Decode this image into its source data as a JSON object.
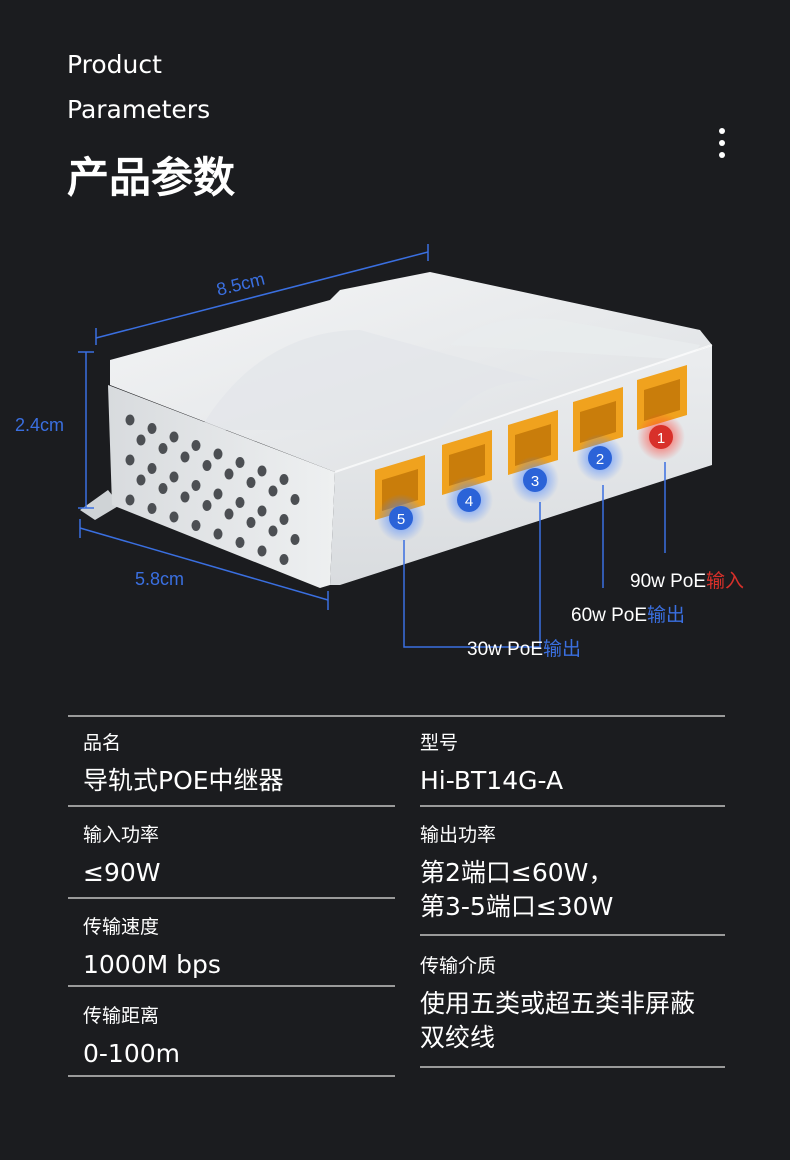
{
  "header": {
    "title_en_line1": "Product",
    "title_en_line2": "Parameters",
    "title_zh": "产品参数"
  },
  "colors": {
    "background": "#1b1c1f",
    "dimension_blue": "#3a6fe0",
    "input_red": "#d8302a",
    "output_blue": "#3a6fe0",
    "port_orange": "#f0a21e"
  },
  "icons": {
    "menu": "more-vertical-icon"
  },
  "diagram": {
    "dim_length": "8.5cm",
    "dim_height": "2.4cm",
    "dim_width": "5.8cm",
    "ports": [
      "1",
      "2",
      "3",
      "4",
      "5"
    ],
    "callout_in_prefix": "90w PoE",
    "callout_in_suffix": "输入",
    "callout_60_prefix": "60w PoE",
    "callout_60_suffix": "输出",
    "callout_30_prefix": "30w PoE",
    "callout_30_suffix": "输出"
  },
  "specs": {
    "name_label": "品名",
    "name_value": "导轨式POE中继器",
    "model_label": "型号",
    "model_value": "Hi-BT14G-A",
    "input_power_label": "输入功率",
    "input_power_value": "≤90W",
    "output_power_label": "输出功率",
    "output_power_value_line1": "第2端口≤60W，",
    "output_power_value_line2": "第3-5端口≤30W",
    "speed_label": "传输速度",
    "speed_value": "1000M bps",
    "medium_label": "传输介质",
    "medium_value_line1": "使用五类或超五类非屏蔽",
    "medium_value_line2": "双绞线",
    "distance_label": "传输距离",
    "distance_value": "0-100m"
  }
}
